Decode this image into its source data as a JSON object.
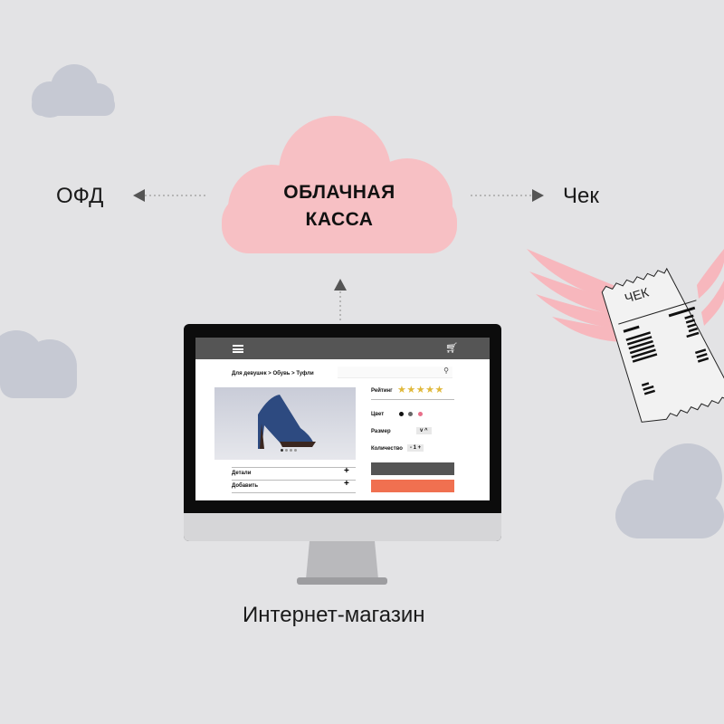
{
  "cloud": {
    "line1": "ОБЛАЧНАЯ",
    "line2": "КАССА"
  },
  "left_label": "ОФД",
  "right_label": "Чек",
  "monitor_label": "Интернет-магазин",
  "receipt": {
    "title": "ЧЕК"
  },
  "shop": {
    "breadcrumb": [
      "Для девушек",
      ">",
      "Обувь",
      ">",
      "Туфли"
    ],
    "rating_label": "Рейтинг",
    "stars": 5,
    "stars_display": "★★★★★",
    "color_label": "Цвет",
    "size_label": "Размер",
    "size_buttons": "v  ^",
    "quantity_label": "Количество",
    "quantity_value": "- 1 +",
    "details_label": "Детали",
    "add_label": "Добавить",
    "plus": "+",
    "colors": [
      "#111111",
      "#666666",
      "#e8708a"
    ]
  },
  "colors": {
    "accent": "#f07050",
    "pink": "#f7c0c4",
    "dark": "#555555"
  }
}
